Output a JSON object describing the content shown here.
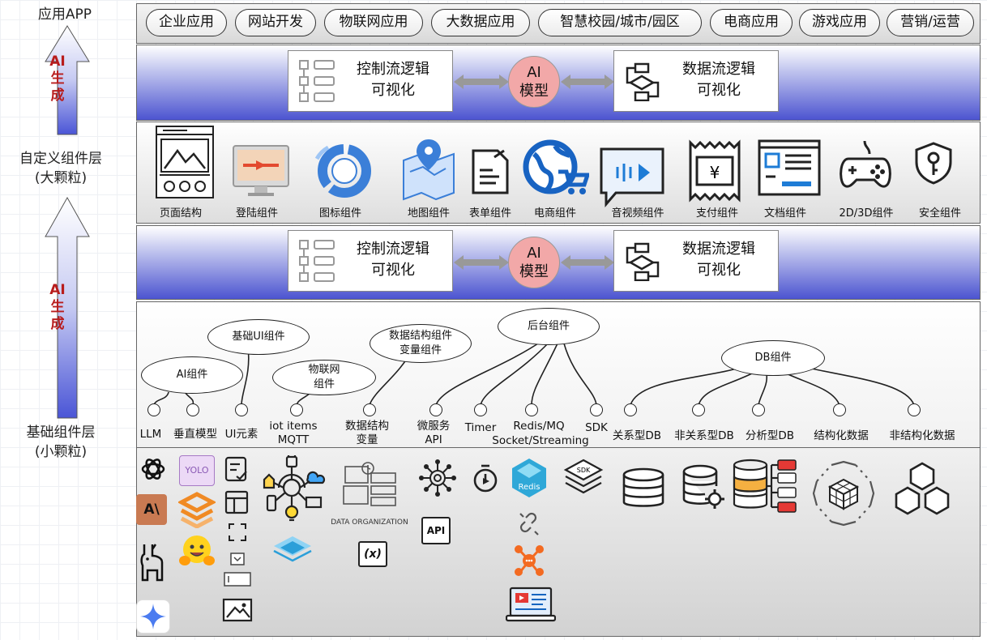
{
  "left": {
    "app_label": "应用APP",
    "ai_gen_top": [
      "AI",
      "生",
      "成"
    ],
    "custom_layer": [
      "自定义组件层",
      "(大颗粒)"
    ],
    "ai_gen_bottom": [
      "AI",
      "生",
      "成"
    ],
    "base_layer": [
      "基础组件层",
      "(小颗粒)"
    ]
  },
  "apps": [
    "企业应用",
    "网站开发",
    "物联网应用",
    "大数据应用",
    "智慧校园/城市/园区",
    "电商应用",
    "游戏应用",
    "营销/运营"
  ],
  "flow_top": {
    "control": [
      "控制流逻辑",
      "可视化"
    ],
    "ai": [
      "AI",
      "模型"
    ],
    "data": [
      "数据流逻辑",
      "可视化"
    ]
  },
  "flow_bottom": {
    "control": [
      "控制流逻辑",
      "可视化"
    ],
    "ai": [
      "AI",
      "模型"
    ],
    "data": [
      "数据流逻辑",
      "可视化"
    ]
  },
  "components": [
    "页面结构",
    "登陆组件",
    "图标组件",
    "地图组件",
    "表单组件",
    "电商组件",
    "音视频组件",
    "支付组件",
    "文档组件",
    "2D/3D组件",
    "安全组件"
  ],
  "bubbles": {
    "ai": "AI组件",
    "basic_ui": "基础UI组件",
    "iot": [
      "物联网",
      "组件"
    ],
    "data_struct": [
      "数据结构组件",
      "变量组件"
    ],
    "backend": "后台组件",
    "db": "DB组件"
  },
  "nodes": {
    "llm": "LLM",
    "vertical": "垂直模型",
    "ui_elem": "UI元素",
    "iot_items": [
      "iot items",
      "MQTT"
    ],
    "data_var": [
      "数据结构",
      "变量"
    ],
    "micro": [
      "微服务",
      "API"
    ],
    "timer": "Timer",
    "redis": "Redis/MQ",
    "socket": "Socket/Streaming",
    "sdk": "SDK",
    "rel_db": "关系型DB",
    "nonrel_db": "非关系型DB",
    "analytic_db": "分析型DB",
    "structured": "结构化数据",
    "unstructured": "非结构化数据"
  },
  "icons": {
    "yolo": "YOLO",
    "anthropic": "A\\",
    "data_org": "DATA ORGANIZATION",
    "api": "API",
    "var": "(x)",
    "redis": "Redis",
    "sdk": "SDK",
    "yen": "¥"
  },
  "colors": {
    "ai_text": "#b81c1c",
    "ai_circle": "#f2a8a8",
    "band_blue": "#4c54d0"
  }
}
